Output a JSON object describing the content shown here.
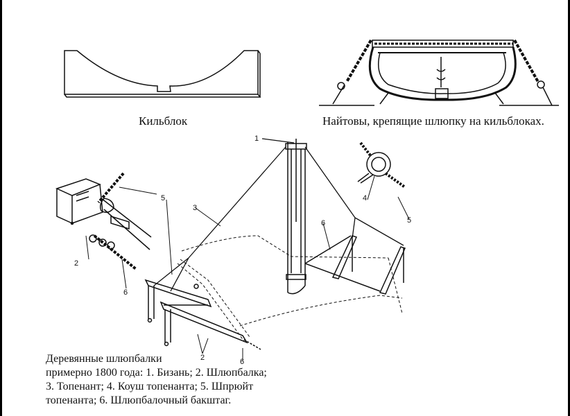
{
  "labels": {
    "keel_block": "Кильблок",
    "lashings": "Найтовы, крепящие шлюпку на кильблоках."
  },
  "caption_lines": [
    "Деревянные шлюпбалки",
    "примерно 1800 года: 1. Бизань; 2. Шлюпбалка;",
    "3.  Топенант;  4.  Коуш  топенанта;  5.  Шпрюйт",
    "топенанта; 6. Шлюпбалочный бакштаг."
  ],
  "callouts": {
    "mast": "1",
    "davit_left": "2",
    "davit_bottom": "2",
    "topping_lift": "3",
    "thimble": "4",
    "span_left": "5",
    "span_right": "5",
    "backstay_left": "6",
    "backstay_bottom": "6",
    "backstay_right": "6"
  },
  "colors": {
    "ink": "#111111",
    "paper": "#ffffff"
  }
}
